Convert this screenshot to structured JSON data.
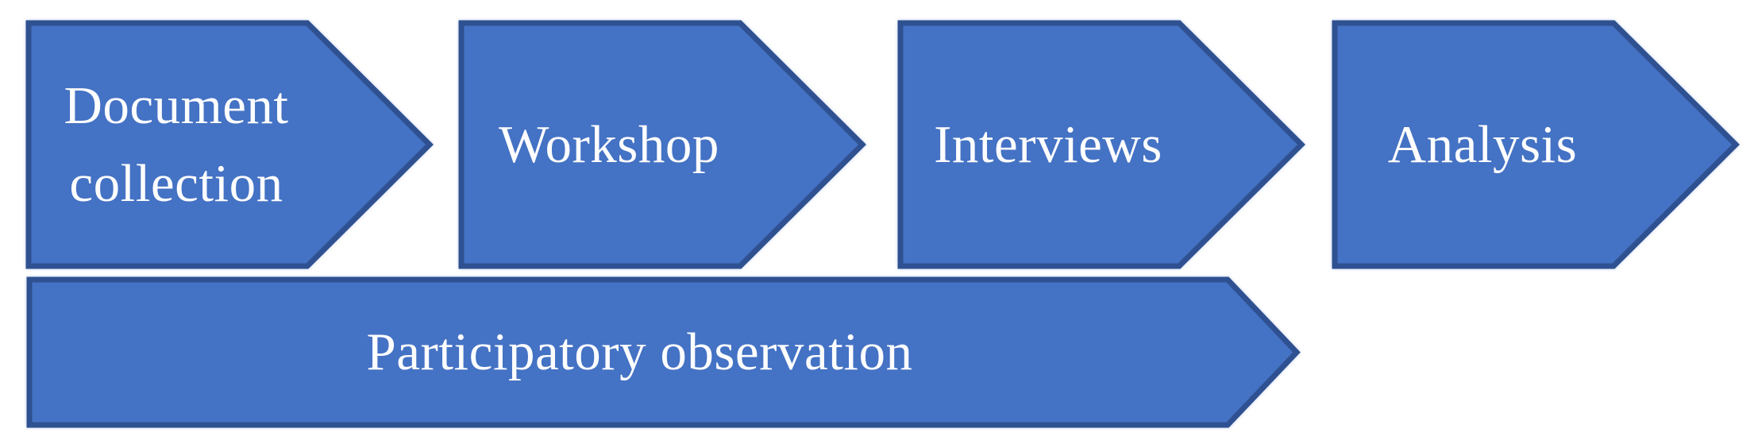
{
  "diagram": {
    "kind": "process-flow",
    "steps": [
      {
        "label": "Document collection"
      },
      {
        "label": "Workshop"
      },
      {
        "label": "Interviews"
      },
      {
        "label": "Analysis"
      }
    ],
    "parallel_activity": {
      "label": "Participatory observation"
    },
    "colors": {
      "arrow_fill": "#4472C4",
      "arrow_border": "#2F5191",
      "label_text": "#FDFDFE",
      "background": "#FFFFFF"
    }
  }
}
